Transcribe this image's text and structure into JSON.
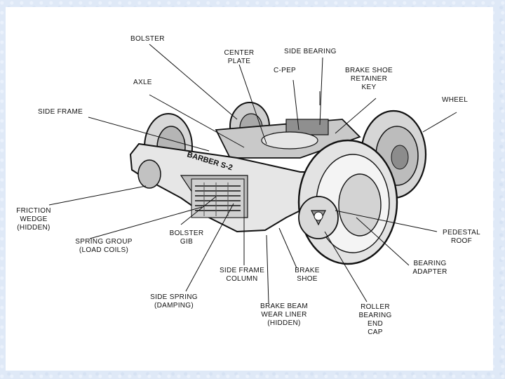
{
  "brand_text": "BARBER S-2",
  "labels": [
    {
      "id": "bolster",
      "lines": [
        "BOLSTER"
      ]
    },
    {
      "id": "center-plate",
      "lines": [
        "CENTER",
        "PLATE"
      ]
    },
    {
      "id": "side-bearing",
      "lines": [
        "SIDE BEARING"
      ]
    },
    {
      "id": "c-pep",
      "lines": [
        "C-PEP"
      ]
    },
    {
      "id": "brake-shoe-retainer-key",
      "lines": [
        "BRAKE SHOE",
        "RETAINER",
        "KEY"
      ]
    },
    {
      "id": "axle",
      "lines": [
        "AXLE"
      ]
    },
    {
      "id": "wheel",
      "lines": [
        "WHEEL"
      ]
    },
    {
      "id": "side-frame",
      "lines": [
        "SIDE FRAME"
      ]
    },
    {
      "id": "friction-wedge",
      "lines": [
        "FRICTION",
        "WEDGE",
        "(HIDDEN)"
      ]
    },
    {
      "id": "bolster-gib",
      "lines": [
        "BOLSTER",
        "GIB"
      ]
    },
    {
      "id": "spring-group",
      "lines": [
        "SPRING GROUP",
        "(LOAD COILS)"
      ]
    },
    {
      "id": "pedestal-roof",
      "lines": [
        "PEDESTAL",
        "ROOF"
      ]
    },
    {
      "id": "side-frame-column",
      "lines": [
        "SIDE FRAME",
        "COLUMN"
      ]
    },
    {
      "id": "brake-shoe",
      "lines": [
        "BRAKE",
        "SHOE"
      ]
    },
    {
      "id": "bearing-adapter",
      "lines": [
        "BEARING",
        "ADAPTER"
      ]
    },
    {
      "id": "side-spring",
      "lines": [
        "SIDE SPRING",
        "(DAMPING)"
      ]
    },
    {
      "id": "brake-beam-wear-liner",
      "lines": [
        "BRAKE BEAM",
        "WEAR LINER",
        "(HIDDEN)"
      ]
    },
    {
      "id": "roller-bearing-end-cap",
      "lines": [
        "ROLLER",
        "BEARING",
        "END",
        "CAP"
      ]
    }
  ]
}
